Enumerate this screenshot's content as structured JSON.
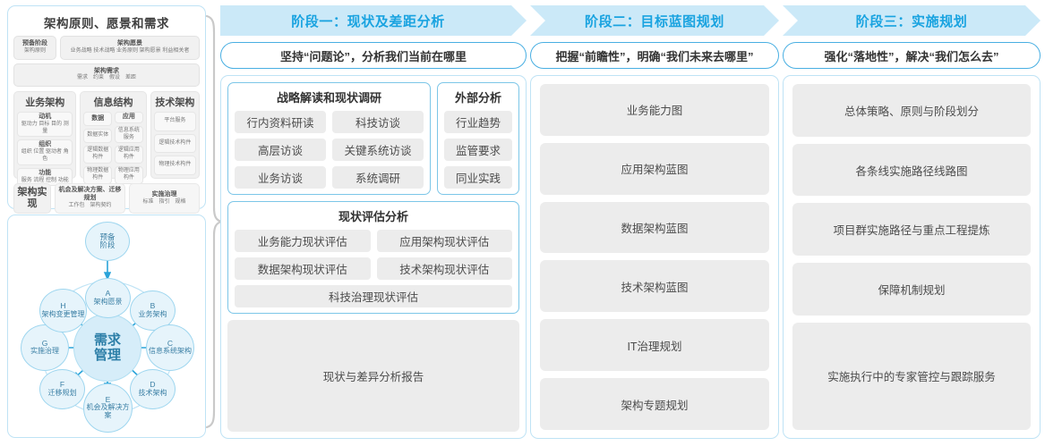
{
  "left_panel": {
    "title": "架构原则、愿景和需求",
    "prep": {
      "line1": "预备阶段",
      "line2": "架构原则"
    },
    "vision": {
      "title": "架构愿景",
      "items": "业务战略 技术战略 业务原则 架构愿景 利益相关者"
    },
    "requirements": {
      "title": "架构需求",
      "items": "需求　约束　假设　差距"
    },
    "columns": [
      {
        "header": "业务架构",
        "groups": [
          {
            "title": "动机",
            "items": "驱动力 目标 目的 测量"
          },
          {
            "title": "组织",
            "items": "组织 位置 驱动者 角色"
          },
          {
            "title": "功能",
            "items": "服务 流程 控制 功能"
          }
        ]
      },
      {
        "header": "信息结构",
        "sub_columns": [
          {
            "title": "数据",
            "items": [
              "数据实体",
              "逻辑数据构件",
              "物理数据构件"
            ]
          },
          {
            "title": "应用",
            "items": [
              "信息系统服务",
              "逻辑应用构件",
              "物理应用构件"
            ]
          }
        ]
      },
      {
        "header": "技术架构",
        "items": [
          "平台服务",
          "逻辑技术构件",
          "物理技术构件"
        ]
      }
    ],
    "bottom": {
      "label": "架构实现",
      "box1": {
        "title": "机会及解决方案、迁移规划",
        "items": "工作包　架构契约"
      },
      "box2": {
        "title": "实施治理",
        "items": "标准　指引　规格"
      }
    }
  },
  "adm": {
    "center": {
      "line1": "需求",
      "line2": "管理"
    },
    "prelim": {
      "line1": "预备",
      "line2": "阶段"
    },
    "nodes": [
      {
        "letter": "A",
        "label": "架构愿景"
      },
      {
        "letter": "B",
        "label": "业务架构"
      },
      {
        "letter": "C",
        "label": "信息系统架构"
      },
      {
        "letter": "D",
        "label": "技术架构"
      },
      {
        "letter": "E",
        "label": "机会及解决方案"
      },
      {
        "letter": "F",
        "label": "迁移规划"
      },
      {
        "letter": "G",
        "label": "实施治理"
      },
      {
        "letter": "H",
        "label": "架构变更管理"
      }
    ]
  },
  "phase1": {
    "banner": "阶段一：现状及差距分析",
    "subtitle": "坚持“问题论”，分析我们当前在哪里",
    "research": {
      "title": "战略解读和现状调研",
      "rows": [
        [
          "行内资料研读",
          "科技访谈"
        ],
        [
          "高层访谈",
          "关键系统访谈"
        ],
        [
          "业务访谈",
          "系统调研"
        ]
      ]
    },
    "external": {
      "title": "外部分析",
      "items": [
        "行业趋势",
        "监管要求",
        "同业实践"
      ]
    },
    "assessment": {
      "title": "现状评估分析",
      "rows": [
        [
          "业务能力现状评估",
          "应用架构现状评估"
        ],
        [
          "数据架构现状评估",
          "技术架构现状评估"
        ],
        [
          "科技治理现状评估"
        ]
      ]
    },
    "report": "现状与差异分析报告"
  },
  "phase2": {
    "banner": "阶段二：目标蓝图规划",
    "subtitle": "把握“前瞻性”，明确“我们未来去哪里”",
    "items": [
      "业务能力图",
      "应用架构蓝图",
      "数据架构蓝图",
      "技术架构蓝图",
      "IT治理规划",
      "架构专题规划"
    ]
  },
  "phase3": {
    "banner": "阶段三：实施规划",
    "subtitle": "强化“落地性”，解决“我们怎么去”",
    "items": [
      "总体策略、原则与阶段划分",
      "各条线实施路径线路图",
      "项目群实施路径与重点工程提炼",
      "保障机制规划",
      "实施执行中的专家管控与跟踪服务"
    ]
  },
  "colors": {
    "banner_bg": "#cbe9f8",
    "banner_text": "#19a3e0",
    "panel_border": "#bfe3f5",
    "subpanel_border": "#7cc6e8",
    "chip_bg": "#ececec",
    "node_fill": "#e6f4fb",
    "node_stroke": "#9ed6ef",
    "node_text": "#3b7fa4",
    "bracket": "#c8c8c8"
  }
}
